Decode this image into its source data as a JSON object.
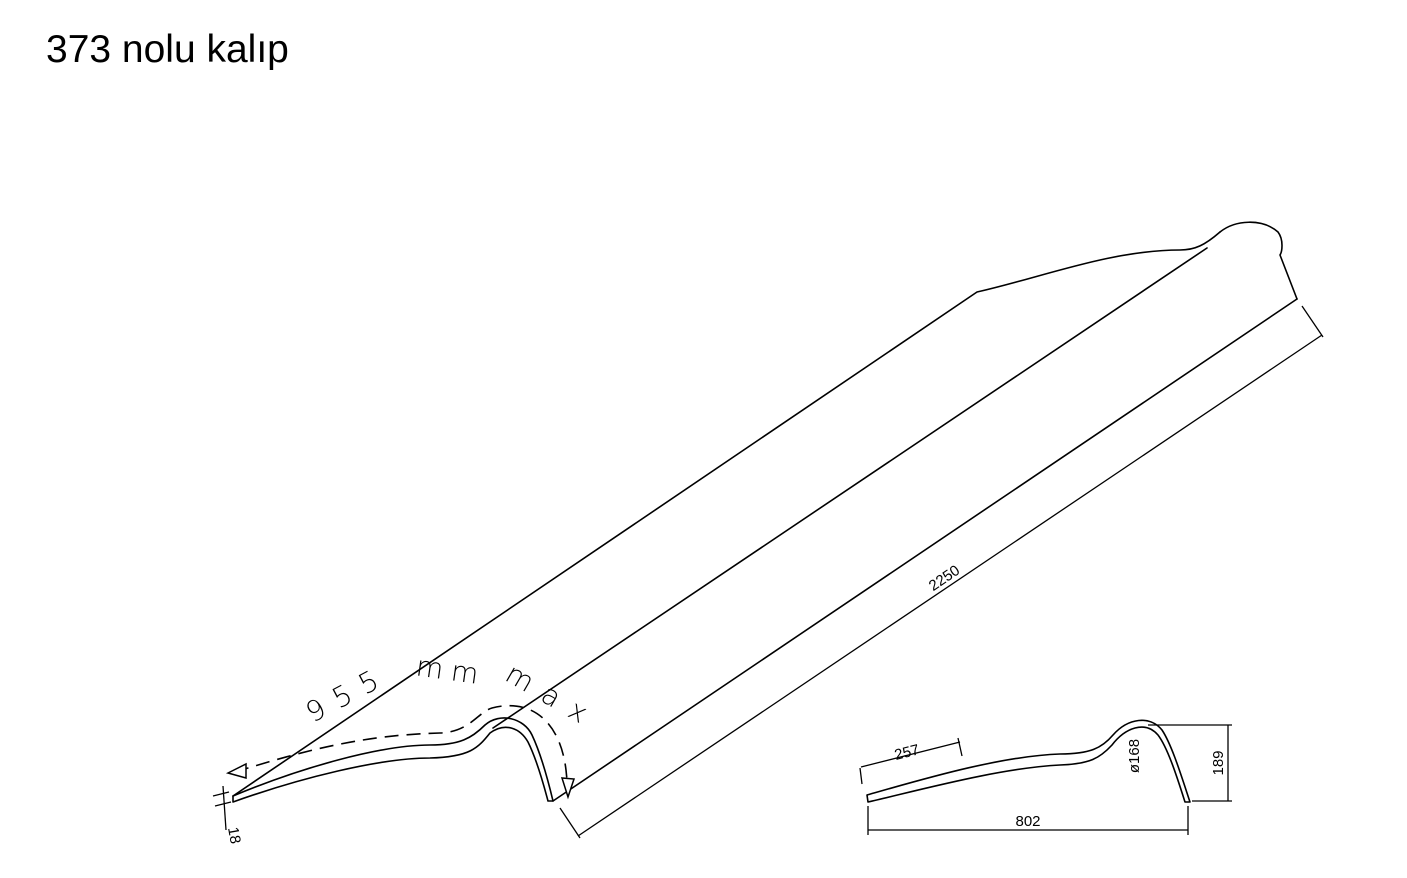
{
  "title": "373 nolu kalıp",
  "annotation": {
    "max_length_words": [
      "955",
      "mm",
      "max"
    ]
  },
  "dimensions": {
    "length": "2250",
    "thickness": "18",
    "section_width": "802",
    "section_height": "189",
    "section_flat": "257",
    "section_diameter": "ø168"
  }
}
